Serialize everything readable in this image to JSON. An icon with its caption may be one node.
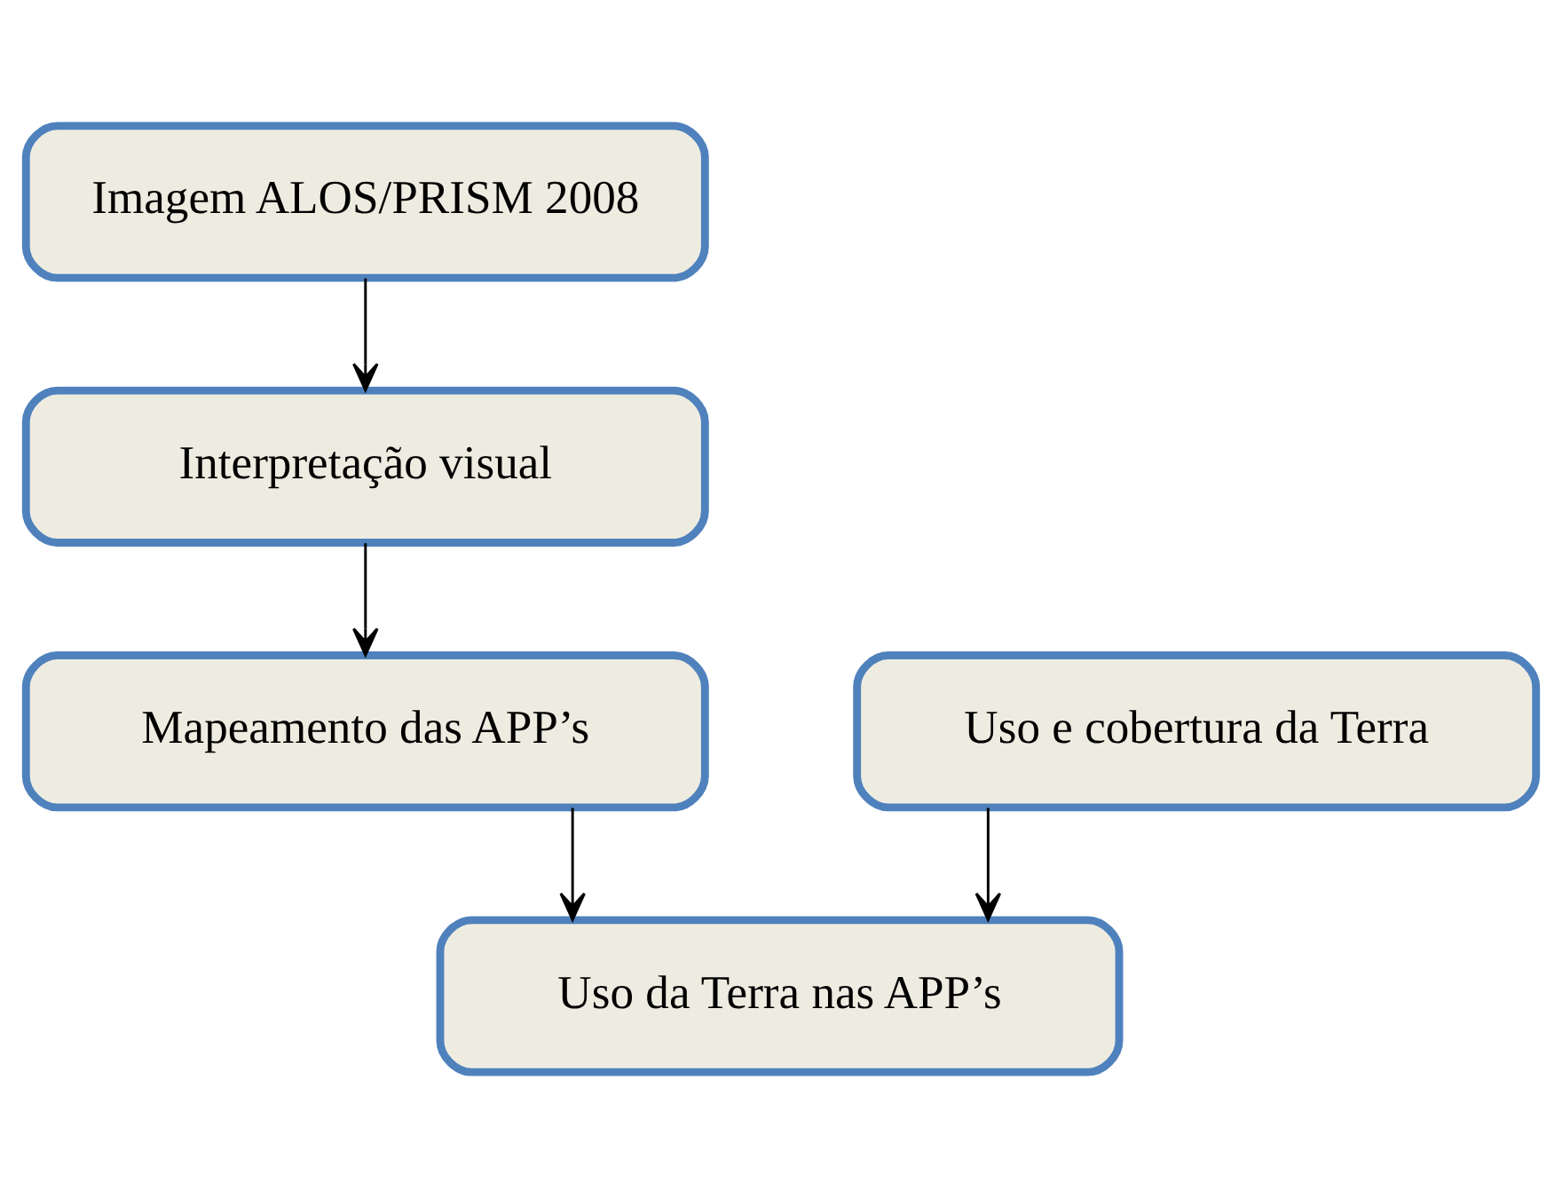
{
  "diagram": {
    "nodes": [
      {
        "text": [
          "Imagem ALOS/PRISM 2008"
        ]
      },
      {
        "text": [
          "Interpretação visual"
        ]
      },
      {
        "text": [
          "Mapeamento das APP’s"
        ]
      },
      {
        "text": [
          "Uso e cobertura da Terra"
        ]
      },
      {
        "text": [
          "Uso da Terra nas APP’s"
        ]
      }
    ],
    "edges": [
      {
        "from": 0,
        "to": 1,
        "arrow": "to"
      },
      {
        "from": 1,
        "to": 2,
        "arrow": "to"
      },
      {
        "from": 2,
        "to": 4,
        "arrow": "to"
      },
      {
        "from": 3,
        "to": 4,
        "arrow": "to"
      }
    ]
  }
}
